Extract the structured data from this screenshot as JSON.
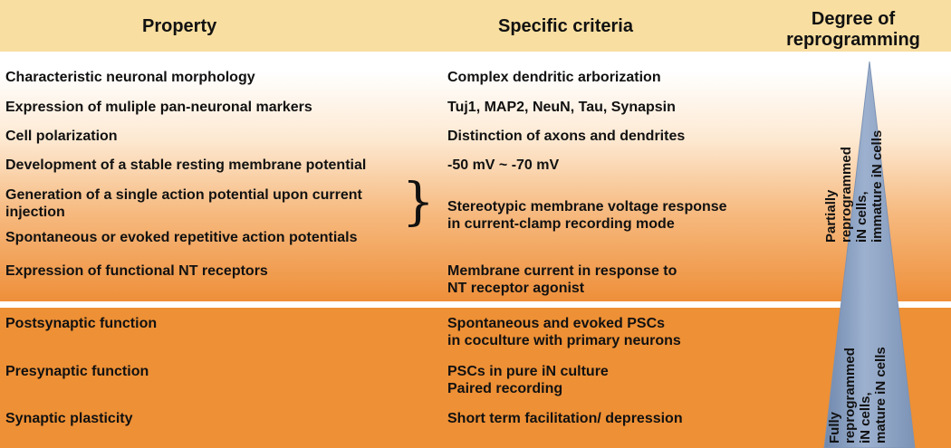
{
  "header": {
    "property": "Property",
    "criteria": "Specific criteria",
    "degree_line1": "Degree of",
    "degree_line2": "reprogramming"
  },
  "rows": [
    {
      "property": [
        "Characteristic neuronal morphology"
      ],
      "criteria": [
        "Complex dendritic arborization"
      ]
    },
    {
      "property": [
        "Expression of muliple pan-neuronal markers"
      ],
      "criteria": [
        "Tuj1, MAP2, NeuN, Tau, Synapsin"
      ]
    },
    {
      "property": [
        "Cell polarization"
      ],
      "criteria": [
        "Distinction of axons and dendrites"
      ]
    },
    {
      "property": [
        "Development of a stable resting membrane potential"
      ],
      "criteria": [
        "-50 mV ~ -70 mV"
      ]
    },
    {
      "property": [
        "Generation of a single action potential upon current",
        "injection"
      ],
      "criteria": [
        "Stereotypic membrane voltage response",
        "in current-clamp recording mode"
      ]
    },
    {
      "property": [
        "Spontaneous or evoked repetitive action potentials"
      ],
      "criteria": []
    },
    {
      "property": [
        "Expression of functional NT receptors"
      ],
      "criteria": [
        "Membrane current in response to",
        "NT receptor agonist"
      ]
    },
    {
      "property": [
        "Postsynaptic function"
      ],
      "criteria": [
        "Spontaneous and evoked PSCs",
        "in coculture with primary neurons"
      ]
    },
    {
      "property": [
        "Presynaptic function"
      ],
      "criteria": [
        "PSCs in pure iN culture",
        "Paired recording"
      ]
    },
    {
      "property": [
        "Synaptic plasticity"
      ],
      "criteria": [
        "Short term facilitation/ depression"
      ]
    }
  ],
  "degree_labels": {
    "partial": [
      "Partially",
      "reprogrammed",
      "iN cells,",
      "immature iN cells"
    ],
    "full": [
      "Fully",
      "reprogrammed",
      "iN cells,",
      "mature iN cells"
    ]
  },
  "colors": {
    "header_band": "#f8dea0",
    "lower_band": "#ee9035",
    "triangle": "#8aa0c0"
  }
}
